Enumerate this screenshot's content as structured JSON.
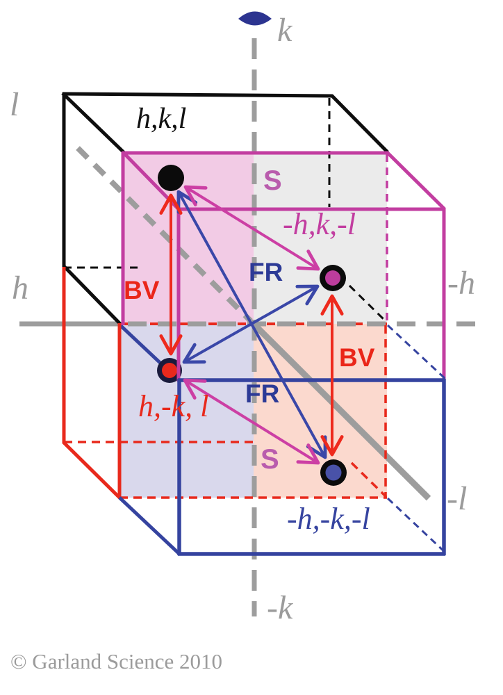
{
  "axes": {
    "k_pos": "k",
    "k_neg": "-k",
    "h_pos": "h",
    "h_neg": "-h",
    "l_pos": "l",
    "l_neg": "-l"
  },
  "reflections": {
    "hkl": {
      "label": "h,k,l",
      "color": "#111111"
    },
    "neg_h_k_neg_l": {
      "label": "-h,k,-l",
      "color": "#c23da0"
    },
    "h_neg_k_l": {
      "label": "h,-k, l",
      "color": "#e8291c"
    },
    "neg_h_neg_k_neg_l": {
      "label": "-h,-k,-l",
      "color": "#35439f"
    }
  },
  "relationships": {
    "friedel": {
      "abbr": "FR",
      "color": "#2c3a96"
    },
    "bijvoet": {
      "abbr": "BV",
      "color": "#ea2619"
    },
    "symmetry": {
      "abbr": "S",
      "color": "#b95cad"
    }
  },
  "colors": {
    "axis_gray": "#9d9d9d",
    "label_gray": "#9b9b9b",
    "magenta_edge": "#c23da0",
    "blue_edge": "#35439f",
    "red_edge": "#e8291c",
    "black_edge": "#0e0e0e",
    "pink_fill": "#f2cbe5",
    "gray_fill": "#ebebeb",
    "lavender_fill": "#d9d8ec",
    "peach_fill": "#fbd9ce",
    "dot_black": "#0b0b0b",
    "dot_magenta": "#bd3d9d",
    "dot_red": "#e8291c",
    "dot_red_ring": "#191a3c",
    "dot_blue": "#4952a8",
    "eye_marker": "#2c3490"
  },
  "copyright": "© Garland Science 2010"
}
